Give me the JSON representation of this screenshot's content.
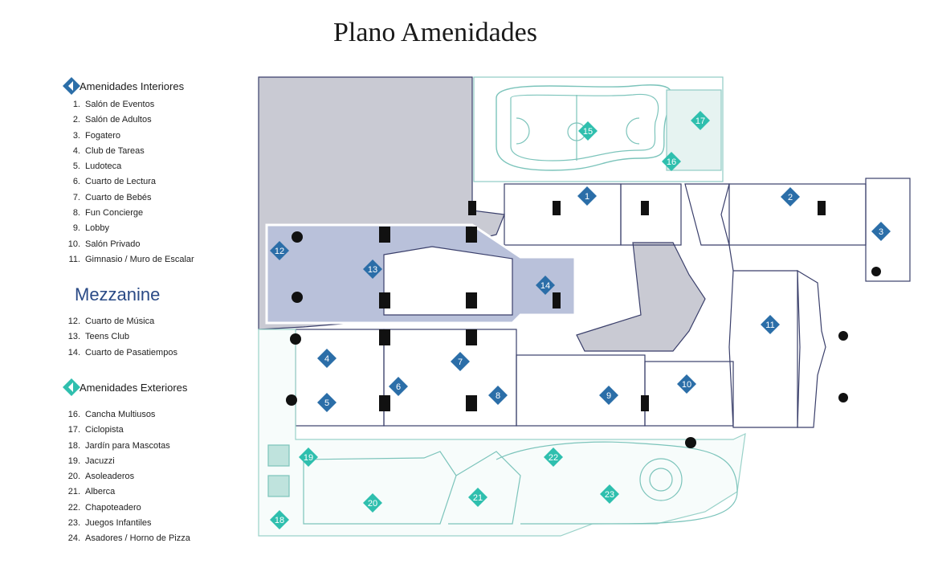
{
  "title": "Plano Amenidades",
  "colors": {
    "interior": "#2b6ea8",
    "exterior": "#2fbfae",
    "outline": "#3a3f6b",
    "gray": "#c9cad3",
    "mezz": "#b9c1da"
  },
  "interior": {
    "heading": "Amenidades Interiores",
    "items": [
      {
        "num": "1.",
        "label": "Salón de Eventos"
      },
      {
        "num": "2.",
        "label": "Salón de Adultos"
      },
      {
        "num": "3.",
        "label": "Fogatero"
      },
      {
        "num": "4.",
        "label": "Club de Tareas"
      },
      {
        "num": "5.",
        "label": "Ludoteca"
      },
      {
        "num": "6.",
        "label": "Cuarto de Lectura"
      },
      {
        "num": "7.",
        "label": "Cuarto de Bebés"
      },
      {
        "num": "8.",
        "label": "Fun Concierge"
      },
      {
        "num": "9.",
        "label": "Lobby"
      },
      {
        "num": "10.",
        "label": "Salón Privado"
      },
      {
        "num": "11.",
        "label": "Gimnasio / Muro de Escalar"
      }
    ]
  },
  "mezzanine": {
    "heading": "Mezzanine",
    "items": [
      {
        "num": "12.",
        "label": "Cuarto de Música"
      },
      {
        "num": "13.",
        "label": "Teens Club"
      },
      {
        "num": "14.",
        "label": "Cuarto de Pasatiempos"
      }
    ]
  },
  "exterior": {
    "heading": "Amenidades Exteriores",
    "items": [
      {
        "num": "16.",
        "label": "Cancha Multiusos"
      },
      {
        "num": "17.",
        "label": "Ciclopista"
      },
      {
        "num": "18.",
        "label": "Jardín para Mascotas"
      },
      {
        "num": "19.",
        "label": "Jacuzzi"
      },
      {
        "num": "20.",
        "label": "Asoleaderos"
      },
      {
        "num": "21.",
        "label": "Alberca"
      },
      {
        "num": "22.",
        "label": "Chapoteadero"
      },
      {
        "num": "23.",
        "label": "Juegos Infantiles"
      },
      {
        "num": "24.",
        "label": "Asadores / Horno de Pizza"
      }
    ]
  },
  "markers": [
    {
      "id": "1",
      "type": "interior"
    },
    {
      "id": "2",
      "type": "interior"
    },
    {
      "id": "3",
      "type": "interior"
    },
    {
      "id": "4",
      "type": "interior"
    },
    {
      "id": "5",
      "type": "interior"
    },
    {
      "id": "6",
      "type": "interior"
    },
    {
      "id": "7",
      "type": "interior"
    },
    {
      "id": "8",
      "type": "interior"
    },
    {
      "id": "9",
      "type": "interior"
    },
    {
      "id": "10",
      "type": "interior"
    },
    {
      "id": "11",
      "type": "interior"
    },
    {
      "id": "12",
      "type": "interior"
    },
    {
      "id": "13",
      "type": "interior"
    },
    {
      "id": "14",
      "type": "interior"
    },
    {
      "id": "15",
      "type": "exterior"
    },
    {
      "id": "16",
      "type": "exterior"
    },
    {
      "id": "17",
      "type": "exterior"
    },
    {
      "id": "18",
      "type": "exterior"
    },
    {
      "id": "19",
      "type": "exterior"
    },
    {
      "id": "20",
      "type": "exterior"
    },
    {
      "id": "21",
      "type": "exterior"
    },
    {
      "id": "22",
      "type": "exterior"
    },
    {
      "id": "23",
      "type": "exterior"
    }
  ]
}
